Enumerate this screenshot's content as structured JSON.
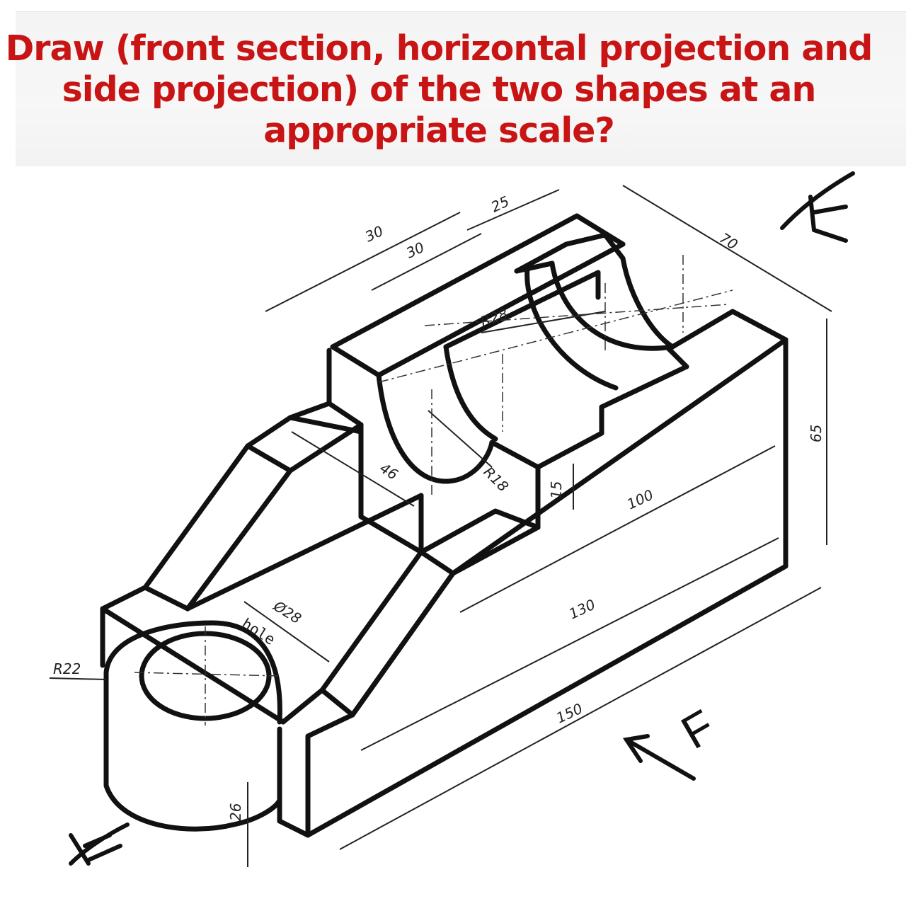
{
  "question": {
    "line1": "Draw (front section, horizontal projection and",
    "line2": "side projection) of the two shapes at an",
    "line3": "appropriate scale?"
  },
  "dimensions": {
    "d30a": "30",
    "d30b": "30",
    "d25": "25",
    "d70": "70",
    "r28": "R28",
    "r18": "R18",
    "d46": "46",
    "d15": "15",
    "d65": "65",
    "d100": "100",
    "d130": "130",
    "d150": "150",
    "d28": "Ø28",
    "hole": "hole",
    "r22": "R22",
    "d26": "26"
  },
  "view_marker": "F",
  "colors": {
    "title": "#c81414",
    "line": "#111111"
  }
}
